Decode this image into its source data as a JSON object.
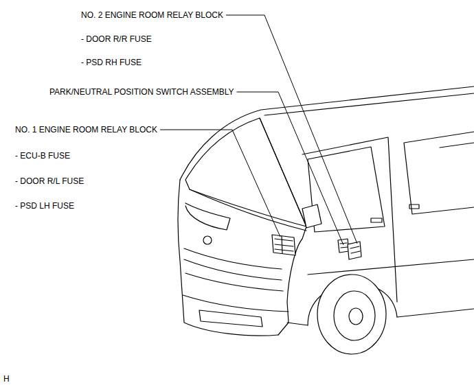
{
  "diagram": {
    "labels": [
      "NO. 2 ENGINE ROOM RELAY BLOCK",
      "- DOOR R/R FUSE",
      "- PSD RH FUSE",
      "PARK/NEUTRAL POSITION SWITCH ASSEMBLY",
      "NO. 1 ENGINE ROOM RELAY BLOCK",
      "- ECU-B FUSE",
      "- DOOR R/L FUSE",
      "- PSD LH FUSE",
      "H"
    ]
  }
}
